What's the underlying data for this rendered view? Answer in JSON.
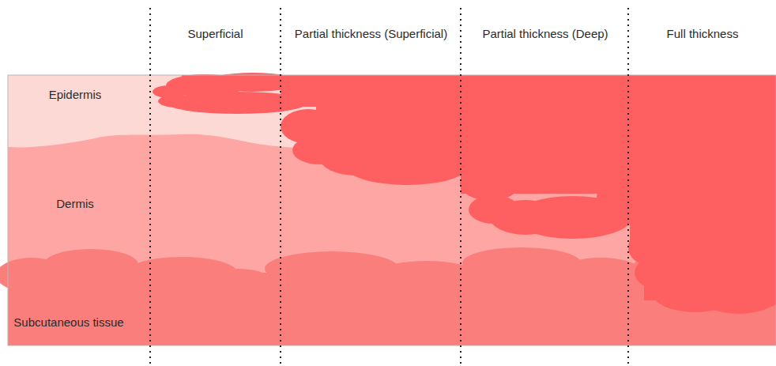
{
  "diagram": {
    "nodes": [
      {
        "text": [
          "Epidermis"
        ]
      },
      {
        "text": [
          "Dermis"
        ]
      },
      {
        "text": [
          "Subcutaneous tissue"
        ]
      }
    ],
    "labels": [
      "Superficial",
      "Partial thickness (Superficial)",
      "Partial thickness (Deep)",
      "Full thickness"
    ]
  }
}
